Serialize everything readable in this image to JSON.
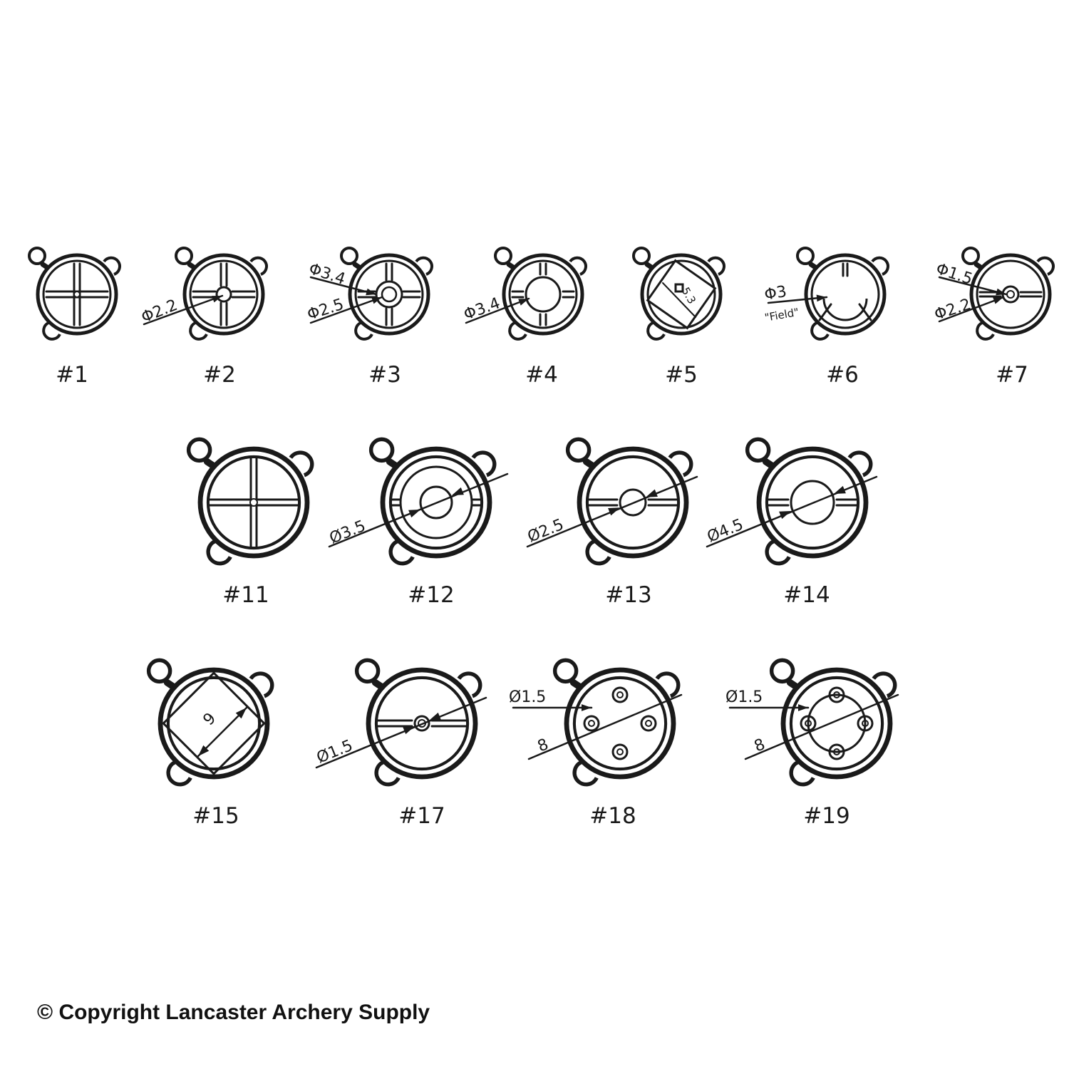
{
  "diagram": {
    "reticles": [
      {
        "label": "#1",
        "style": "crosshair",
        "dims": []
      },
      {
        "label": "#2",
        "style": "crosshair-dot",
        "dims": [
          "Φ2.2"
        ]
      },
      {
        "label": "#3",
        "style": "crosshair-ring",
        "dims": [
          "Φ3.4",
          "Φ2.5"
        ]
      },
      {
        "label": "#4",
        "style": "crosshair-ring",
        "dims": [
          "Φ3.4"
        ]
      },
      {
        "label": "#5",
        "style": "square",
        "dims": [
          "5.3"
        ]
      },
      {
        "label": "#6",
        "style": "field",
        "dims": [
          "Φ3",
          "\"Field\""
        ]
      },
      {
        "label": "#7",
        "style": "crosshair-ring-small",
        "dims": [
          "Φ1.5",
          "Φ2.2"
        ]
      },
      {
        "label": "#11",
        "style": "crosshair-large",
        "dims": []
      },
      {
        "label": "#12",
        "style": "ring-double",
        "dims": [
          "Ø3.5"
        ]
      },
      {
        "label": "#13",
        "style": "ring-horizontal",
        "dims": [
          "Ø2.5"
        ]
      },
      {
        "label": "#14",
        "style": "ring-horizontal",
        "dims": [
          "Ø4.5"
        ]
      },
      {
        "label": "#15",
        "style": "square-large",
        "dims": [
          "9"
        ]
      },
      {
        "label": "#17",
        "style": "ring-horizontal-small",
        "dims": [
          "Ø1.5"
        ]
      },
      {
        "label": "#18",
        "style": "four-holes",
        "dims": [
          "Ø1.5",
          "8"
        ]
      },
      {
        "label": "#19",
        "style": "four-holes-ring",
        "dims": [
          "Ø1.5",
          "8"
        ]
      }
    ]
  },
  "copyright": "© Copyright Lancaster Archery Supply"
}
